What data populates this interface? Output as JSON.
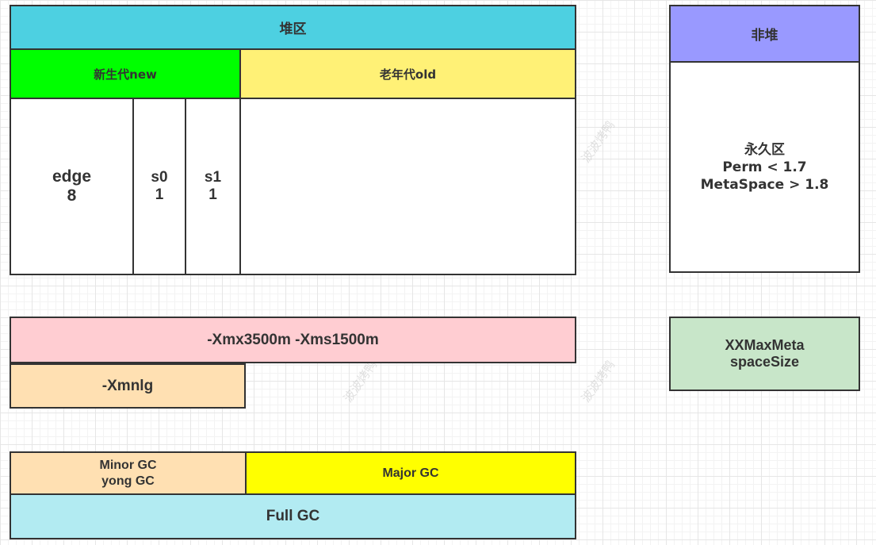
{
  "heap": {
    "title": "堆区",
    "young_label": "新生代new",
    "old_label": "老年代old",
    "eden": "edge\n8",
    "s0": "s0\n1",
    "s1": "s1\n1"
  },
  "nonheap": {
    "title": "非堆",
    "perm": "永久区\nPerm < 1.7\nMetaSpace > 1.8"
  },
  "params": {
    "xmx_xms": "-Xmx3500m -Xms1500m",
    "xmn": "-Xmnlg",
    "metaspace": "XXMaxMeta\nspaceSize"
  },
  "gc": {
    "minor": "Minor GC\nyong GC",
    "major": "Major GC",
    "full": "Full GC"
  },
  "watermark": "波波烤鸭",
  "colors": {
    "heap_header": "#4dd0e1",
    "young": "#00ff00",
    "old": "#fff176",
    "nonheap_header": "#9999ff",
    "xmx": "#ffcdd2",
    "xmn": "#ffe0b2",
    "metaspace": "#c8e6c9",
    "minor": "#ffe0b2",
    "major": "#ffff00",
    "full": "#b2ebf2"
  }
}
